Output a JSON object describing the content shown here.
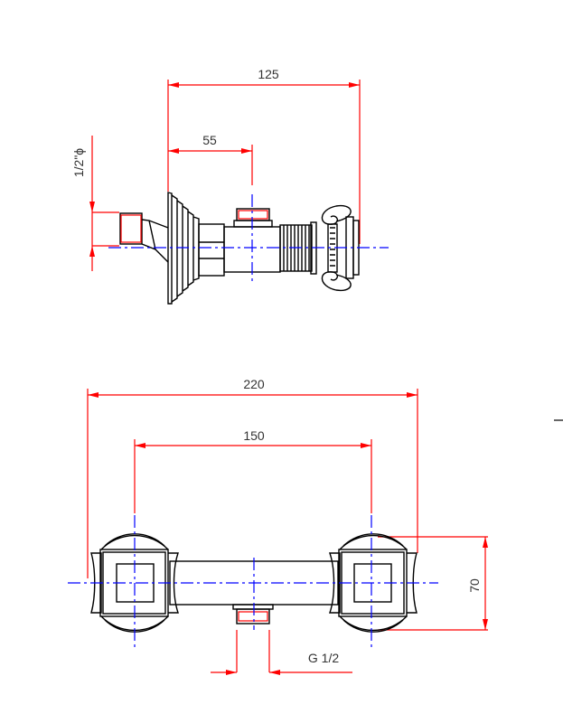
{
  "top_view": {
    "dim_overall": "125",
    "dim_inlet_axis": "55",
    "dim_connection": "1/2\"ϕ"
  },
  "front_view": {
    "dim_overall": "220",
    "dim_centers": "150",
    "dim_height": "70",
    "dim_outlet_thread": "G 1/2"
  },
  "colors": {
    "outline": "#000000",
    "dimension": "#ff0000",
    "centerline": "#0000ff"
  }
}
